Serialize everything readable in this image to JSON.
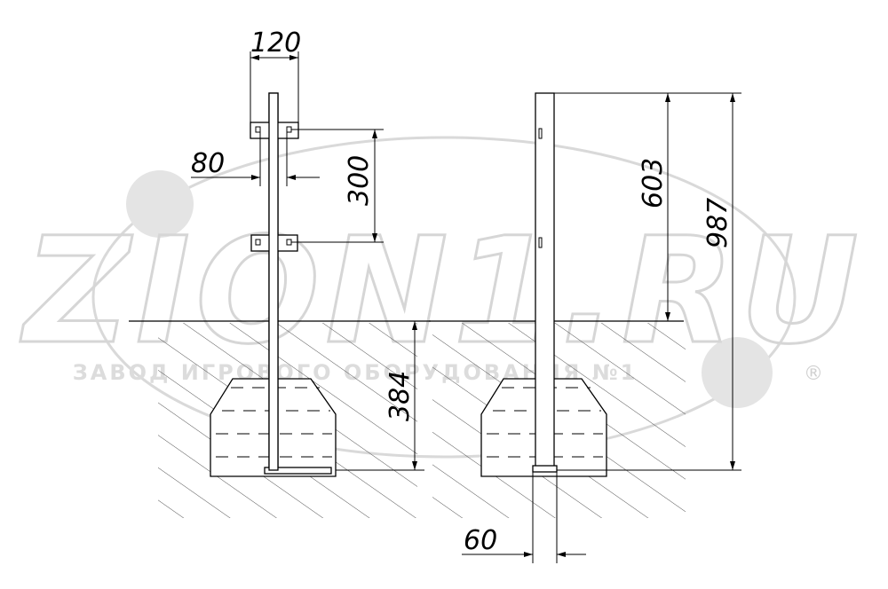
{
  "watermark": {
    "logo_text": "ZION1.RU",
    "tagline": "ЗАВОД ИГРОВОГО ОБОРУДОВАНИЯ №1",
    "registered_mark": "®",
    "color": "#d9d9d9"
  },
  "left_view": {
    "dims": {
      "bracket_width": "120",
      "post_offset": "80",
      "bracket_spacing": "300",
      "embed_depth": "384"
    }
  },
  "right_view": {
    "dims": {
      "height_above_ground": "603",
      "total_height": "987",
      "post_width": "60"
    }
  },
  "colors": {
    "line": "#000000",
    "hatch": "#555555",
    "background": "#ffffff"
  }
}
